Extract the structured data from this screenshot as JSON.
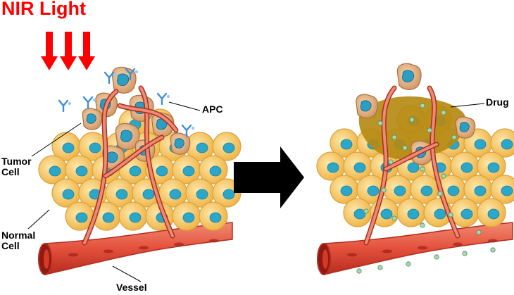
{
  "title": "NIR Light",
  "labels": {
    "apc": "APC",
    "tumor_line1": "Tumor",
    "tumor_line2": "Cell",
    "normal_line1": "Normal",
    "normal_line2": "Cell",
    "vessel": "Vessel",
    "drug": "Drug"
  },
  "colors": {
    "title": "#ff0000",
    "arrows": "#ff0000",
    "normal_cell": "#f6c567",
    "normal_cell_edge": "#d9a23c",
    "nucleus": "#2aa7c9",
    "tumor_cell": "#e8b98c",
    "vessel": "#e4503c",
    "vessel_dark": "#b42c1e",
    "apc": "#3a8fd6",
    "drug_region": "#b58a14",
    "drug_particle": "#a8d8b0",
    "transition_arrow": "#000000"
  }
}
